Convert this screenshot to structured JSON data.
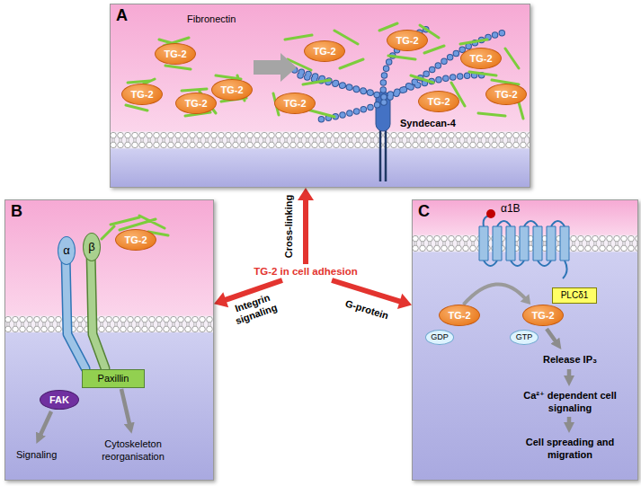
{
  "diagram": {
    "nodes": [
      {
        "text": [
          "A"
        ]
      },
      {
        "text": [
          "TG-2"
        ],
        "in": 0
      },
      {
        "text": [
          "TG-2"
        ],
        "in": 0
      },
      {
        "text": [
          "TG-2"
        ],
        "in": 0
      },
      {
        "text": [
          "TG-2"
        ],
        "in": 0
      },
      {
        "text": [
          "TG-2"
        ],
        "in": 0
      },
      {
        "text": [
          "TG-2"
        ],
        "in": 0
      },
      {
        "text": [
          "TG-2"
        ],
        "in": 0
      },
      {
        "text": [
          "TG-2"
        ],
        "in": 0
      },
      {
        "text": [
          "TG-2"
        ],
        "in": 0
      },
      {
        "text": [
          "TG-2"
        ],
        "in": 0
      },
      {
        "text": [
          "TG-2 in cell adhesion"
        ]
      },
      {
        "text": [
          "B"
        ]
      },
      {
        "text": [
          "α"
        ],
        "in": 12
      },
      {
        "text": [
          "β"
        ],
        "in": 12
      },
      {
        "text": [
          "TG-2"
        ],
        "in": 12
      },
      {
        "text": [
          "Paxillin"
        ],
        "in": 12
      },
      {
        "text": [
          "FAK"
        ],
        "in": 12
      },
      {
        "text": [
          "C"
        ]
      },
      {
        "text": [
          "TG-2"
        ],
        "in": 18
      },
      {
        "text": [
          "GDP"
        ],
        "in": 18
      },
      {
        "text": [
          "TG-2"
        ],
        "in": 18
      },
      {
        "text": [
          "PLCδ1"
        ],
        "in": 18
      },
      {
        "text": [
          "GTP"
        ],
        "in": 18
      }
    ],
    "edges": [
      {
        "from": 11,
        "to": 0,
        "label": "Cross-linking",
        "arrow": "to"
      },
      {
        "from": 11,
        "to": 12,
        "label": "Integrin signaling",
        "arrow": "to"
      },
      {
        "from": 11,
        "to": 18,
        "label": "G-protein",
        "arrow": "to"
      },
      {
        "from": 19,
        "to": 21,
        "arrow": "to"
      }
    ],
    "labels": [
      "Fibronectin",
      "Syndecan-4",
      "Signaling",
      "Cytoskeleton reorganisation",
      "α1B",
      "Release IP₃",
      "Ca²⁺ dependent cell signaling",
      "Cell spreading and migration"
    ]
  }
}
